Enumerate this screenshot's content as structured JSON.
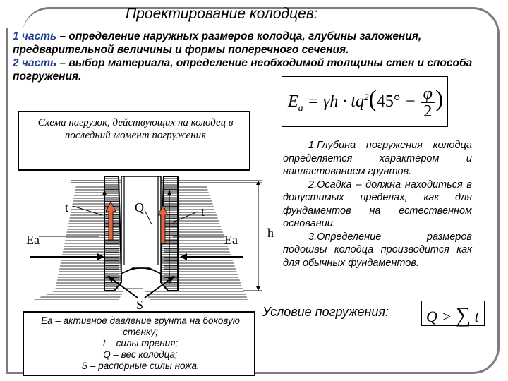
{
  "title": "Проектирование колодцев:",
  "intro": {
    "part1_label": "1 часть",
    "part1_text": " – определение наружных размеров колодца, глубины заложения, предварительной величины и формы поперечного сечения.",
    "part2_label": "2 часть",
    "part2_text": " – выбор материала, определение необходимой толщины стен и способа погружения."
  },
  "formula": {
    "lhs": "E",
    "lhs_sub": "a",
    "eq": " = γh · tq",
    "exp": "2",
    "angle": "45°",
    "minus": " − ",
    "num": "φ",
    "den": "2"
  },
  "scheme_caption": "Схема нагрузок, действующих на колодец в последний момент погружения",
  "diagram_labels": {
    "t_left": "t",
    "q": "Q",
    "t_right": "t",
    "ea_left": "Ea",
    "ea_right": "Ea",
    "h": "h",
    "s": "S"
  },
  "notes": [
    "1.Глубина погружения колодца определяется характером и напластованием грунтов.",
    "2.Осадка – должна находиться в допустимых пределах, как для фундаментов на естественном основании.",
    "3.Определение размеров подошвы колодца производится как для обычных фундаментов."
  ],
  "condition_label": "Условие погружения:",
  "condition_formula": {
    "lhs": "Q >",
    "sum": "∑",
    "rhs": "t"
  },
  "legend": [
    "Ea – активное давление грунта на боковую стенку;",
    "t – силы трения;",
    "Q – вес колодца;",
    "S – распорные силы ножа."
  ],
  "colors": {
    "frame": "#7c7c7c",
    "highlight": "#1f3f8f",
    "arrow_fill": "#e8643a"
  }
}
